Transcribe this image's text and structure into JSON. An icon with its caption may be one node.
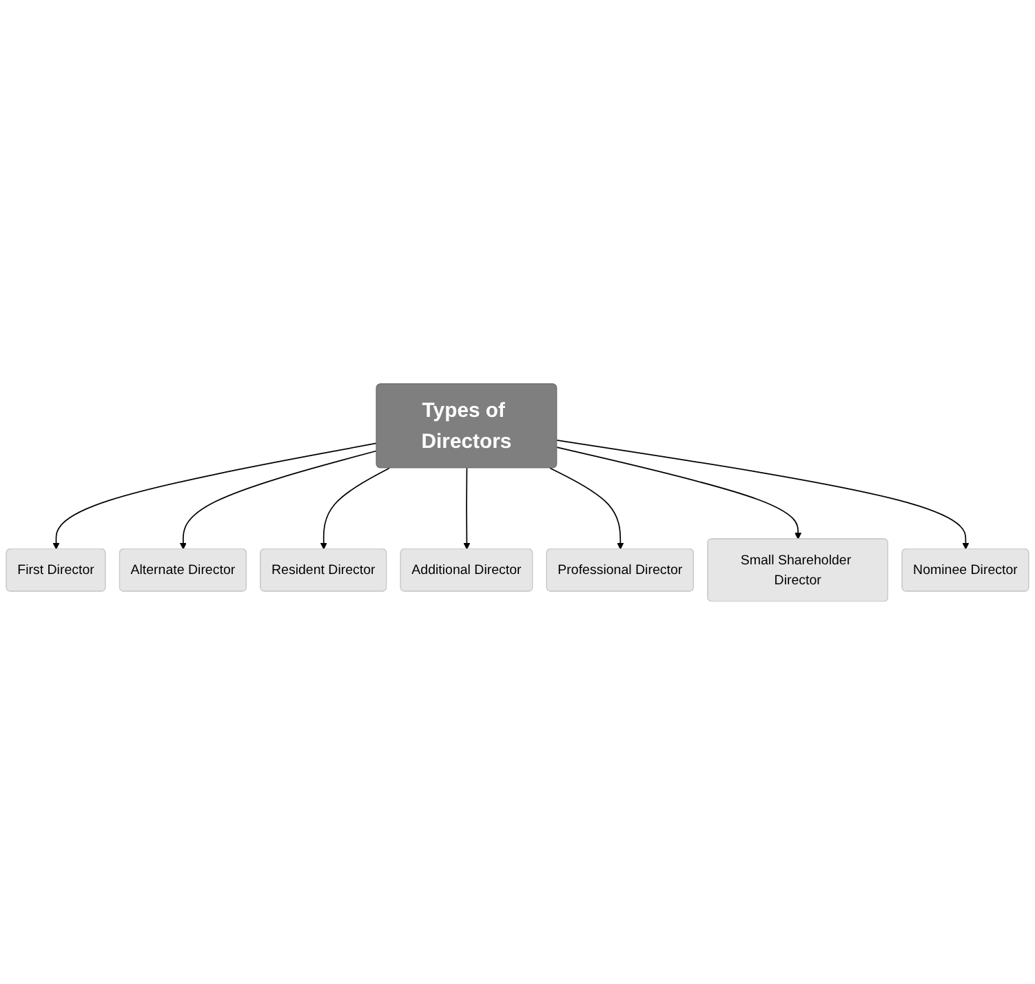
{
  "diagram": {
    "nodes": [
      {
        "text": [
          "Types of Directors"
        ]
      },
      {
        "text": [
          "First Director"
        ]
      },
      {
        "text": [
          "Alternate Director"
        ]
      },
      {
        "text": [
          "Resident Director"
        ]
      },
      {
        "text": [
          "Additional Director"
        ]
      },
      {
        "text": [
          "Professional Director"
        ]
      },
      {
        "text": [
          "Small Shareholder Director"
        ]
      },
      {
        "text": [
          "Nominee Director"
        ]
      }
    ],
    "edges": [
      {
        "from": 0,
        "to": 1,
        "arrow": "to"
      },
      {
        "from": 0,
        "to": 2,
        "arrow": "to"
      },
      {
        "from": 0,
        "to": 3,
        "arrow": "to"
      },
      {
        "from": 0,
        "to": 4,
        "arrow": "to"
      },
      {
        "from": 0,
        "to": 5,
        "arrow": "to"
      },
      {
        "from": 0,
        "to": 6,
        "arrow": "to"
      },
      {
        "from": 0,
        "to": 7,
        "arrow": "to"
      }
    ]
  }
}
